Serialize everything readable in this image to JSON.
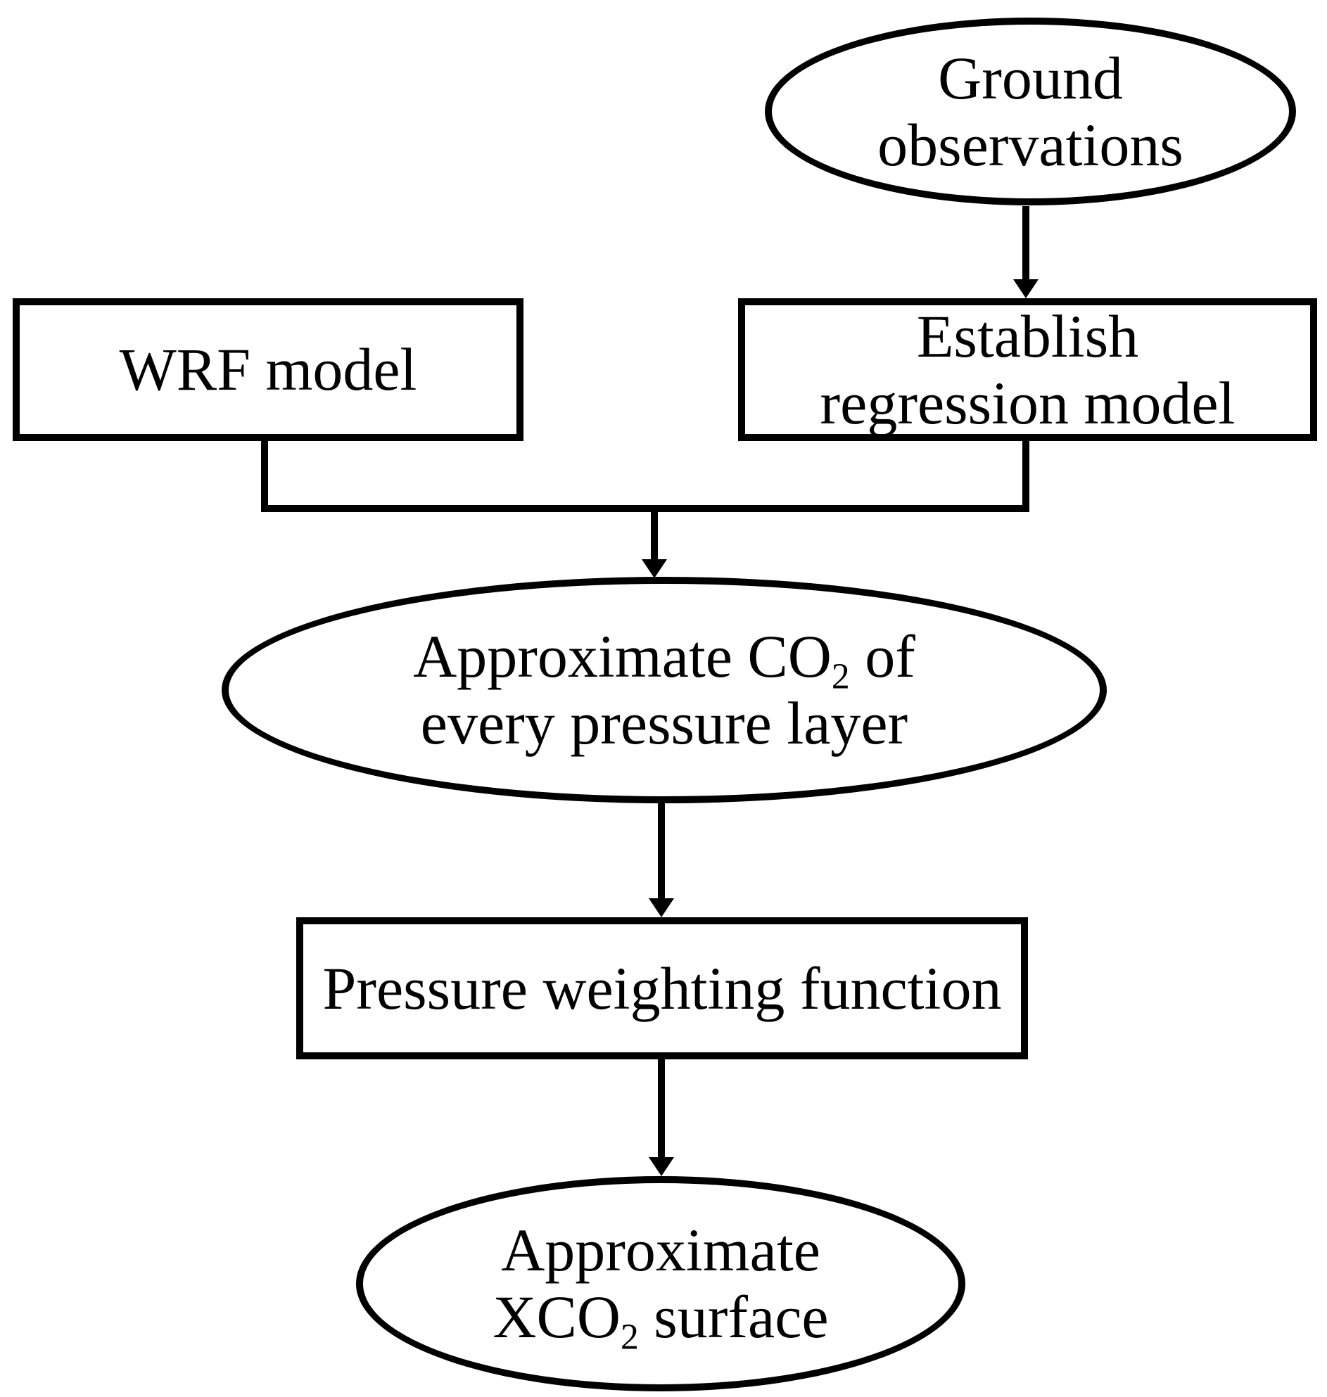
{
  "diagram": {
    "type": "flowchart",
    "colors": {
      "stroke": "#000000",
      "background": "#ffffff",
      "text": "#000000"
    },
    "nodes": {
      "ground_observations": {
        "shape": "ellipse",
        "line1": "Ground",
        "line2": "observations"
      },
      "wrf_model": {
        "shape": "rectangle",
        "label": "WRF model"
      },
      "establish_regression_model": {
        "shape": "rectangle",
        "line1": "Establish",
        "line2": "regression model"
      },
      "approximate_co2_layers": {
        "shape": "ellipse",
        "line1_pre": "Approximate CO",
        "line1_sub": "2",
        "line1_post": " of",
        "line2": "every pressure layer"
      },
      "pressure_weighting_function": {
        "shape": "rectangle",
        "label": "Pressure weighting function"
      },
      "approximate_xco2_surface": {
        "shape": "ellipse",
        "line1": "Approximate",
        "line2_pre": "XCO",
        "line2_sub": "2",
        "line2_post": " surface"
      }
    },
    "edges": [
      {
        "from": "ground_observations",
        "to": "establish_regression_model",
        "type": "arrow"
      },
      {
        "from": "wrf_model",
        "to": "approximate_co2_layers",
        "type": "merge-arrow"
      },
      {
        "from": "establish_regression_model",
        "to": "approximate_co2_layers",
        "type": "merge-arrow"
      },
      {
        "from": "approximate_co2_layers",
        "to": "pressure_weighting_function",
        "type": "arrow"
      },
      {
        "from": "pressure_weighting_function",
        "to": "approximate_xco2_surface",
        "type": "arrow"
      }
    ]
  }
}
